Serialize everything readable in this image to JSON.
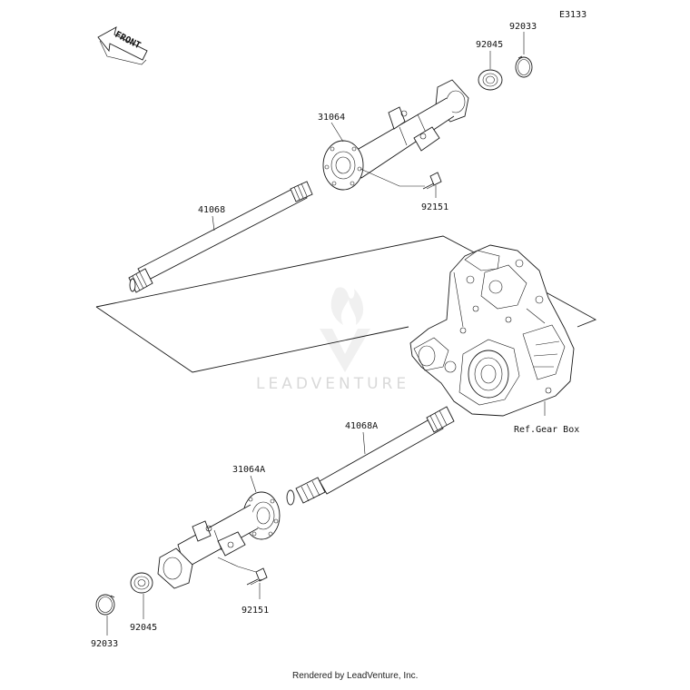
{
  "diagram": {
    "code": "E3133",
    "front_label": "FRONT",
    "watermark": "LEADVENTURE",
    "footer": "Rendered by LeadVenture, Inc.",
    "ref_label": "Ref.Gear Box",
    "parts": {
      "p92033_top": "92033",
      "p92045_top": "92045",
      "p31064": "31064",
      "p92151_top": "92151",
      "p41068": "41068",
      "p41068A": "41068A",
      "p31064A": "31064A",
      "p92045_bottom": "92045",
      "p92151_bottom": "92151",
      "p92033_bottom": "92033"
    }
  }
}
